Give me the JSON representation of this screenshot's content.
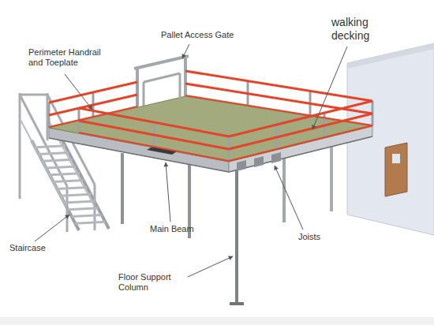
{
  "diagram": {
    "labels": [
      "Pallet Access Gate",
      "Perimeter Handrail and Toeplate",
      "walking decking",
      "Staircase",
      "Main Beam",
      "Joists",
      "Floor Support Column"
    ]
  }
}
